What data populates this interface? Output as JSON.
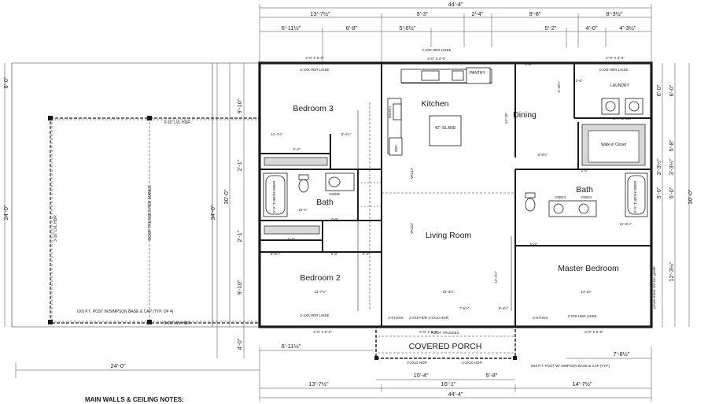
{
  "rooms": {
    "bedroom3": "Bedroom 3",
    "bedroom2": "Bedroom 2",
    "kitchen": "Kitchen",
    "dining": "Dining",
    "living": "Living Room",
    "bath_left": "Bath",
    "bath_right": "Bath",
    "master": "Master Bedroom",
    "porch": "COVERED PORCH",
    "laundry": "LAUNDRY",
    "pantry": "PANTRY",
    "walkin": "Walk-in Closet",
    "island": "42\" ISLAND",
    "refr": "REF.",
    "micro": "MICRO."
  },
  "dims_top": {
    "overall": "44'-4\"",
    "row1": [
      "13'-7½\"",
      "9'-3\"",
      "2'-4\"",
      "9'-8\"",
      "8'-3½\""
    ],
    "row2": [
      "6'-11½\"",
      "6'-8\"",
      "5'-6½\"",
      "5'-2\"",
      "4'-0\"",
      "4'-3½\""
    ]
  },
  "dims_bottom": {
    "overall": "44'-4\"",
    "row1": [
      "13'-7½\"",
      "16'-1\"",
      "14'-7½\""
    ],
    "porch": [
      "10'-4\"",
      "5'-8\""
    ],
    "garage_w": "24'-0\"",
    "left_seg": "6'-11½\"",
    "right_seg": "7'-8½\""
  },
  "dims_left": {
    "overall_far": "24'-0\"",
    "top_far": "6'-0\"",
    "overall": "34'-0\"",
    "house": "30'-0\"",
    "segs": [
      "9'-10\"",
      "2'-1\"",
      "2'-1\"",
      "9'-10\""
    ],
    "porch": "4'-0\""
  },
  "dims_right": {
    "overall": "30'-0\"",
    "segs": [
      "6'-0\"",
      "5'-8\"",
      "3'-3½\"",
      "5'-0\"",
      "12'-3½\""
    ],
    "segs_inner": [
      "6'-0\"",
      "3'-3½\"",
      "5'-0\""
    ]
  },
  "headers": {
    "top_left": "2-2X8 HDR\nLIKEE",
    "top_mid": "2-2X8 HDR\nLIKEE",
    "kitchen_win": "3'-0\" X 3'-0\"",
    "top_right": "2-2X8 HDR\nLIKEE",
    "bot_left": "2-2X8 HDR\nLIKEE",
    "bot_mid": "2-2X8 HDR\n2-2X10 HDR",
    "bot_right": "2-2X8 HDR\nLIKEE",
    "win_a": "3'-0\" X 5'-0\"",
    "win_b": "6'-0\" X 5'-0\"",
    "win_c": "3'-0\" X 5'-0\"",
    "win_d": "2'-0\" X 3'-0\"",
    "lvl_hdr": "3-16\" LVL HDR",
    "lvl_hdr2": "3-16\" LVL HDR",
    "post_note": "6X6 P.T. POST W/SIMPSON BASE & CAP (TYP. OF 4)",
    "truss_note": "ROOF TRUSSES PER MANUF.",
    "lvl_vert": "3-16\" LVL HDR",
    "porch_hdr_a": "2-2X10 HDR",
    "porch_hdr_b": "2-2X10 HDR",
    "porch_trusses": "ROOF TRUSSES",
    "porch_post": "6X6 P.T. POST W/ SIMPSON BASE & CAP (TYP.)",
    "vault": "VAULT",
    "vault2": "VAULT",
    "studs_a": "2-STUDS",
    "studs_b": "2-STUDS",
    "vsb_a": "VSB36",
    "vsb_b": "VSB24",
    "vsb_c": "VSB24",
    "tub_a": "5'-0\" TUB/SHOWER",
    "tub_b": "5'-0\" TUB/SHOWER",
    "wh": "W.H. SHELF",
    "side_note": "power mixer 3/4 ext. grade"
  },
  "room_dims": {
    "bed3_a": "11'-7½\"",
    "bed3_b": "5'-4½\"",
    "bed3_c": "2'-4\"",
    "bed2_w": "13'-7½\"",
    "bed2_a": "6'-8½\"",
    "bed2_b": "5'-0\"",
    "bed2_c": "3'-4\"",
    "bath_w": "10'-1\"",
    "bath_a": "2'-0\"",
    "bath_b": "2'-4\"",
    "living_w": "15'-3½\"",
    "living_h": "12'-3½\"",
    "kitchen_h": "12'-10\"",
    "porch_a": "7'-6½\"",
    "porch_b": "5'-4½\"",
    "master_w": "14'-10\"",
    "master_b": "11'-6½\"",
    "dining_a": "6'-6½\"",
    "dining_b": "2'-6\"",
    "m_a": "2'-4\"",
    "m_b": "5'-0\"",
    "lau_a": "2'-6\"",
    "lau_b": "3'-10½\""
  },
  "notes": {
    "title": "MAIN WALLS & CEILING NOTES:"
  }
}
